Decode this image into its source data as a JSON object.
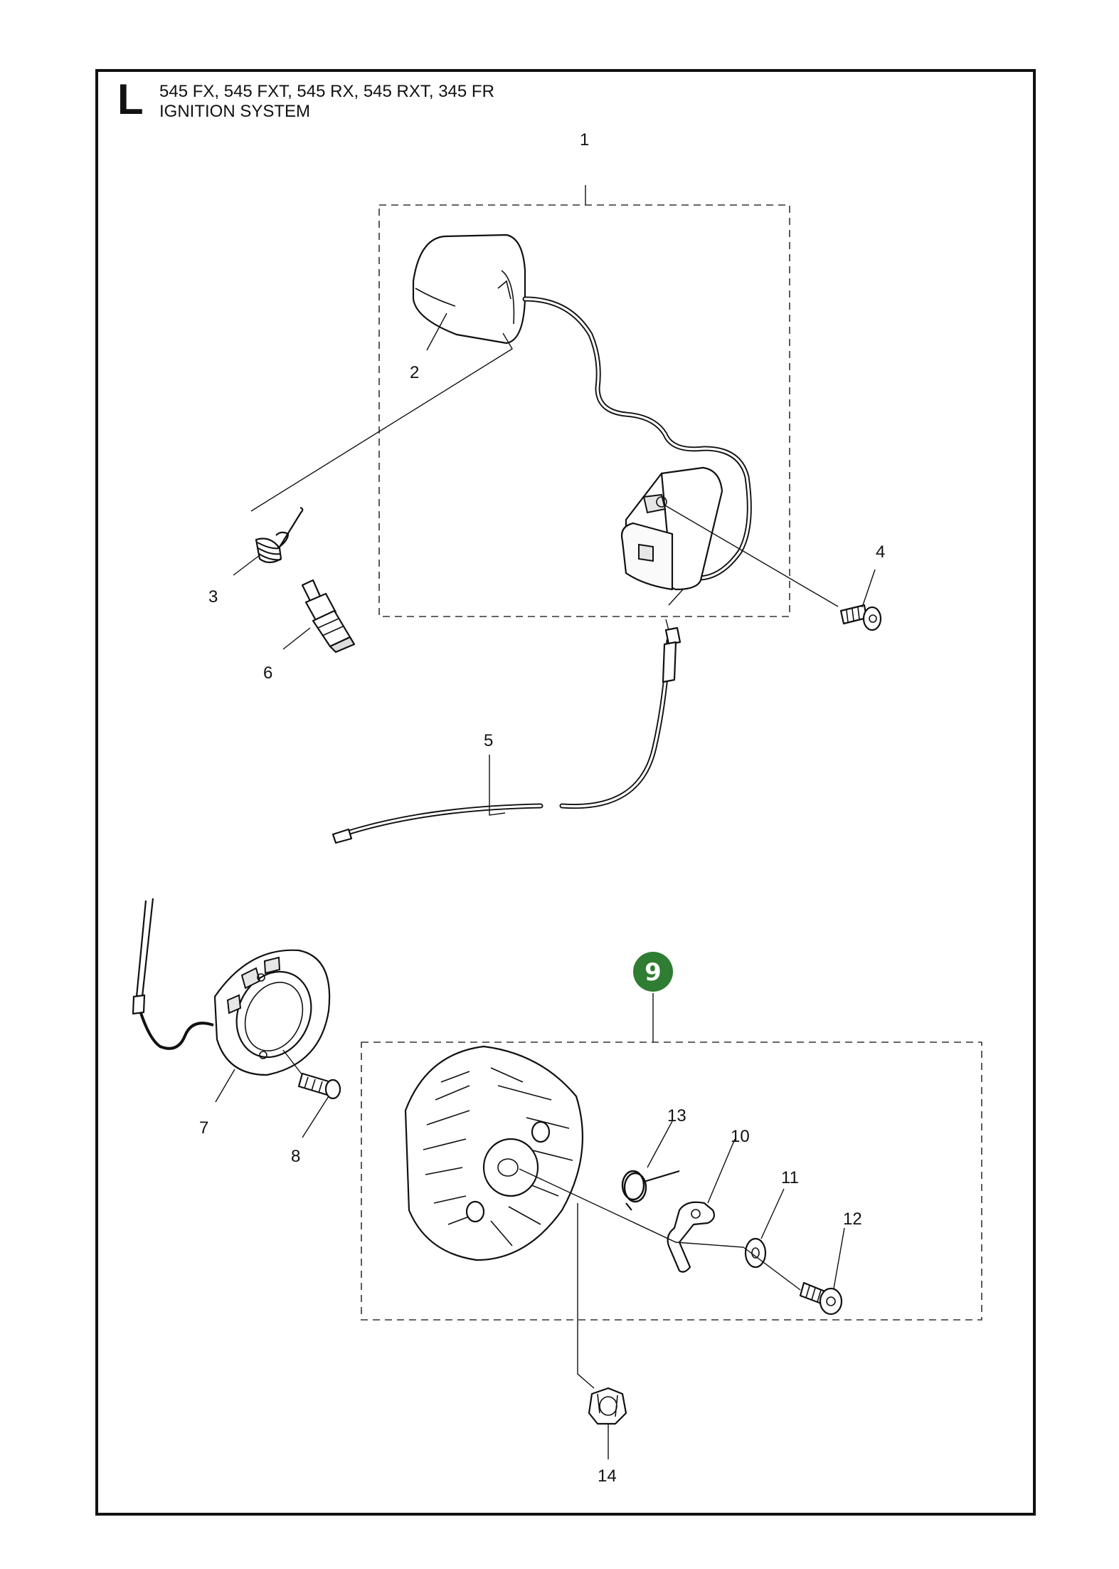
{
  "header": {
    "section_letter": "L",
    "models": "545 FX, 545 FXT, 545 RX, 545 RXT, 345 FR",
    "title": "IGNITION SYSTEM"
  },
  "callouts": {
    "c1": "1",
    "c2": "2",
    "c3": "3",
    "c4": "4",
    "c5": "5",
    "c6": "6",
    "c7": "7",
    "c8": "8",
    "c10": "10",
    "c11": "11",
    "c12": "12",
    "c13": "13",
    "c14": "14"
  },
  "kit_badge": {
    "label": "9",
    "color": "#2e7d32"
  },
  "colors": {
    "line": "#111111",
    "background": "#ffffff"
  }
}
